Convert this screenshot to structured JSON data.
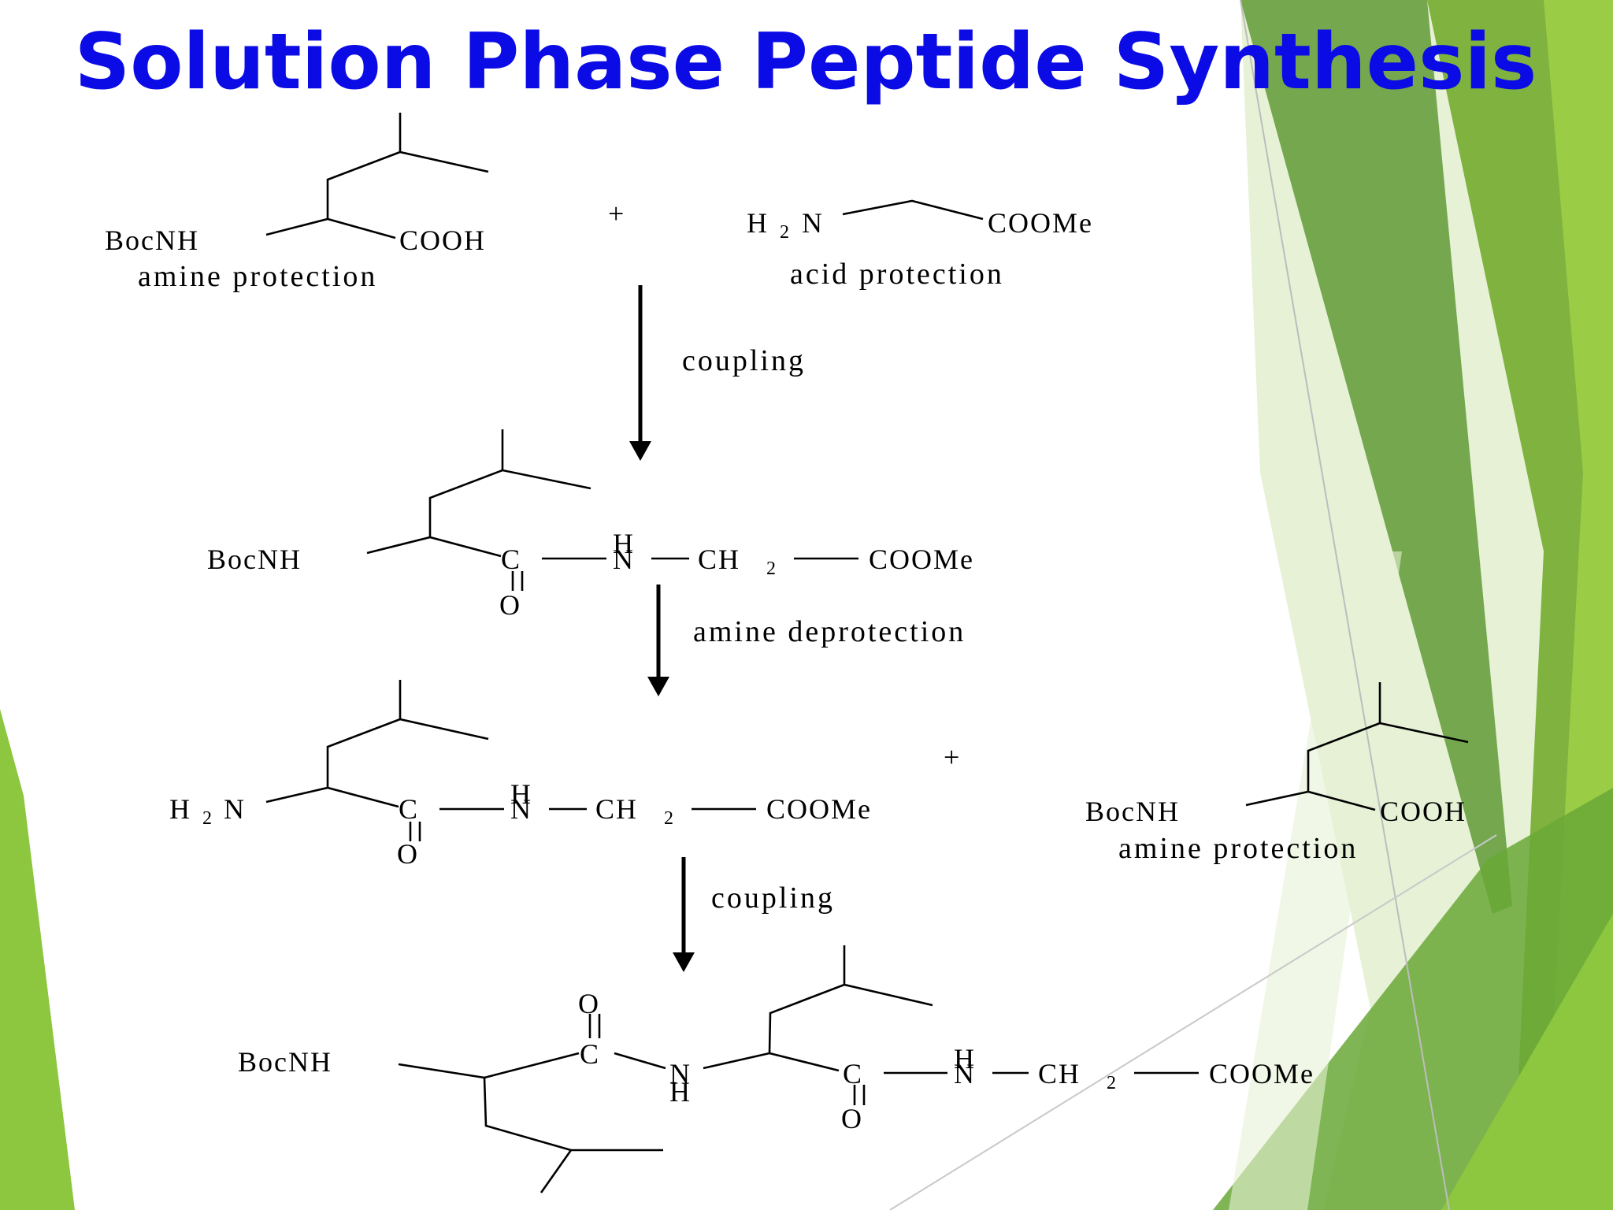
{
  "slide": {
    "title": "Solution Phase Peptide Synthesis",
    "colors": {
      "title": "#0b0be6",
      "accent_green": "#8dc63f",
      "dark_green": "#5f9a36"
    }
  },
  "scheme": {
    "plus": "+",
    "step1": {
      "reactant_a": {
        "n_term": "BocNH",
        "c_term": "COOH",
        "caption": "amine protection"
      },
      "reactant_b": {
        "n_term_h": "H",
        "n_term_sub": "2",
        "n_term_n": "N",
        "c_term": "COOMe",
        "caption": "acid protection"
      },
      "reagent": "coupling"
    },
    "step2": {
      "n_term": "BocNH",
      "carbonyl_c": "C",
      "carbonyl_o": "O",
      "amide_h": "H",
      "amide_n": "N",
      "ch2": "CH",
      "ch2_sub": "2",
      "c_term": "COOMe",
      "reagent": "amine deprotection"
    },
    "step3": {
      "n_term_h": "H",
      "n_term_sub": "2",
      "n_term_n": "N",
      "carbonyl_c": "C",
      "carbonyl_o": "O",
      "amide_h": "H",
      "amide_n": "N",
      "ch2": "CH",
      "ch2_sub": "2",
      "c_term": "COOMe",
      "partner": {
        "n_term": "BocNH",
        "c_term": "COOH",
        "caption": "amine protection"
      },
      "reagent": "coupling"
    },
    "product": {
      "n_term": "BocNH",
      "carbonyl1_o": "O",
      "carbonyl1_c": "C",
      "amide1_n": "N",
      "amide1_h": "H",
      "carbonyl2_c": "C",
      "carbonyl2_o": "O",
      "amide2_h": "H",
      "amide2_n": "N",
      "ch2": "CH",
      "ch2_sub": "2",
      "c_term": "COOMe"
    }
  }
}
